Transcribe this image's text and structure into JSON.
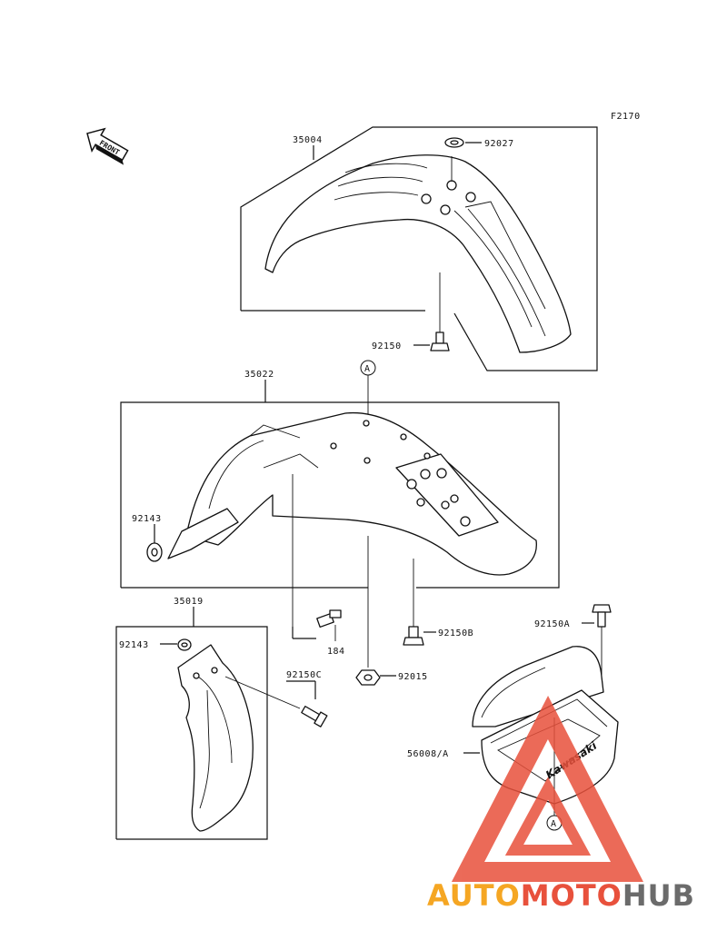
{
  "figure_code": "F2170",
  "front_label": "FRONT",
  "callout_a": "A",
  "parts": {
    "front_fender": "35004",
    "front_fender_bolt_washer": "92027",
    "front_fender_bolt": "92150",
    "rear_fender": "35022",
    "rear_fender_collar": "92143",
    "rear_fender_flap": "35019",
    "flap_collar": "92143",
    "flap_bolt": "92150C",
    "rear_bolt_b": "92150B",
    "rear_nut": "92015",
    "clip": "184",
    "tool_case_bolt": "92150A",
    "tool_case": "56008/A"
  },
  "case_brand": "Kawasaki",
  "watermark": {
    "part1": "AUTO",
    "part2": "MOTO",
    "part3": "HUB",
    "colors": {
      "orange": "#f5a623",
      "red": "#e8513c",
      "gray": "#6b6b6b"
    }
  }
}
